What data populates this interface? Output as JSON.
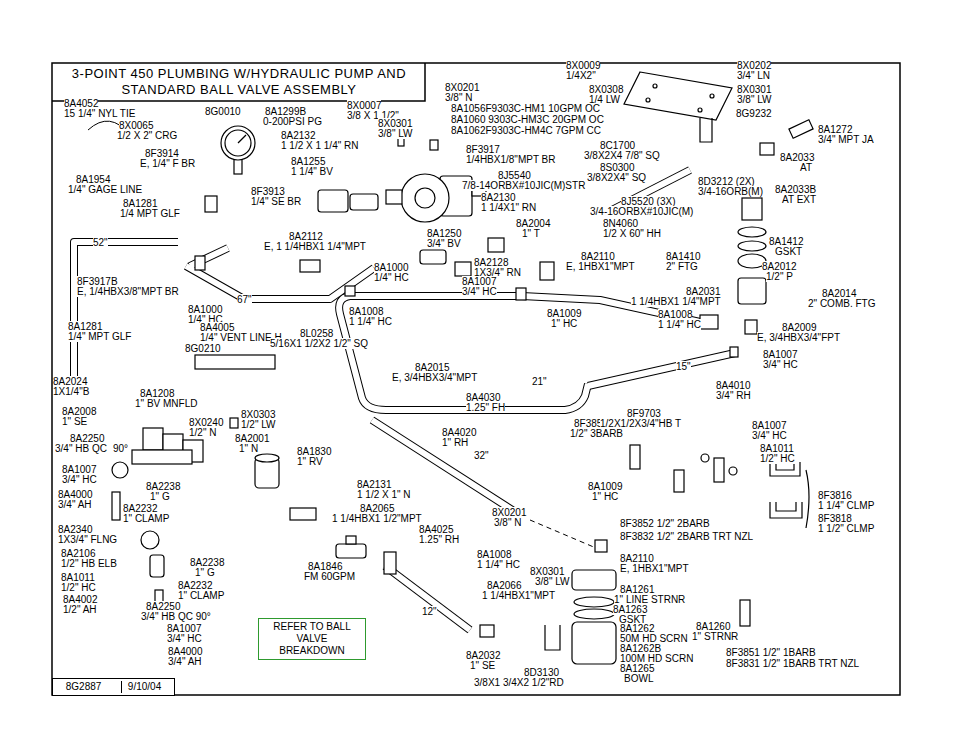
{
  "diagram": {
    "title": "3-POINT 450 PLUMBING W/HYDRAULIC PUMP AND STANDARD BALL VALVE ASSEMBLY",
    "nodes": [
      {
        "text": [
          "REFER TO BALL VALVE BREAKDOWN"
        ]
      },
      {
        "text": [
          "8G2887",
          "9/10/04"
        ]
      }
    ],
    "labels": [
      "8X0009",
      "1/4X2\"",
      "8X0202",
      "3/4\" LN",
      "8X0308",
      "1/4 LW",
      "8X0301",
      "3/8\" LW",
      "8G9232",
      "8X0201",
      "3/8\" N",
      "8X0007",
      "3/8 X 1 1/2\"",
      "8A1056F9303C-HM1 10GPM OC",
      "8A1060 9303C-HM3C 20GPM OC",
      "8A1062F9303C-HM4C 7GPM CC",
      "8X0301",
      "3/8\" LW",
      "8A4052",
      "15 1/4\" NYL TIE",
      "8G0010",
      "8A1299B",
      "0-200PSI PG",
      "8A2132",
      "1 1/2 X 1 1/4\" RN",
      "8X0065",
      "1/2 X 2\" CRG",
      "8F3914",
      "E, 1/4\" F BR",
      "8F3917",
      "1/4HBX1/8\"MPT BR",
      "8A1255",
      "1 1/4\" BV",
      "8C1700",
      "3/8X2X4 7/8\" SQ",
      "8A1272",
      "3/4\" MPT JA",
      "8A2033",
      "AT",
      "8S0300",
      "3/8X2X4\" SQ",
      "8J5540",
      "7/8-14ORBX#10JIC(M)STR",
      "8A2130",
      "1 1/4X1\" RN",
      "8D3212 (2X)",
      "3/4-16ORB(M)",
      "8A2033B",
      "AT EXT",
      "8J5520 (3X)",
      "3/4-16ORBX#10JIC(M)",
      "8A1954",
      "1/4\" GAGE LINE",
      "8A1281",
      "1/4 MPT GLF",
      "8F3913",
      "1/4\" SE BR",
      "8N4060",
      "1/2 X 60\" HH",
      "8A2004",
      "1\" T",
      "8A1250",
      "3/4\" BV",
      "8A2112",
      "E, 1 1/4HBX1 1/4\"MPT",
      "52\"",
      "8A1412",
      "GSKT",
      "8A1410",
      "2\" FTG",
      "8A2128",
      "1X3/4\" RN",
      "8A2110",
      "E, 1HBX1\"MPT",
      "8A2012",
      "1/2\" P",
      "8A1000",
      "1/4\" HC",
      "8F3917B",
      "E, 1/4HBX3/8\"MPT BR",
      "67\"",
      "8A1007",
      "3/4\" HC",
      "8A2031",
      "1 1/4HBX1 1/4\"MPT",
      "8A2014",
      "2\" COMB. FTG",
      "8A1000",
      "1/4\" HC",
      "8A1008",
      "1 1/4\" HC",
      "8A1009",
      "1\" HC",
      "8A1008",
      "1 1/4\" HC",
      "8A4005",
      "1/4\" VENT LINE H",
      "8A2009",
      "E, 3/4HBX3/4\"FPT",
      "8A1281",
      "1/4\" MPT GLF",
      "8L0258",
      "5/16X1 1/2X2 1/2\" SQ",
      "8G0210",
      "8A1007",
      "3/4\" HC",
      "15\"",
      "8A2024",
      "1X1/4\"B",
      "8A2015",
      "E, 3/4HBX3/4\"MPT",
      "21\"",
      "8A4010",
      "3/4\" RH",
      "8A1208",
      "1\" BV MNFLD",
      "8A4030",
      "1.25\" FH",
      "8A2008",
      "1\" SE",
      "8X0240",
      "1/2\" N",
      "8X0303",
      "1/2\" LW",
      "8F3853",
      "1/2\" 3BARB",
      "8F9703",
      "1/2X1/2X3/4\"HB T",
      "8A1007",
      "3/4\" HC",
      "8A4020",
      "1\" RH",
      "8A2250",
      "3/4\" HB QC",
      "90°",
      "8A2001",
      "1\" N",
      "8A1011",
      "1/2\" HC",
      "8A1007",
      "3/4\" HC",
      "8A1830",
      "1\" RV",
      "32\"",
      "8A4000",
      "3/4\" AH",
      "8A2238",
      "1\" G",
      "8A2232",
      "1\" CLAMP",
      "8A2131",
      "1 1/2 X 1\" N",
      "8F3816",
      "1 1/4\" CLMP",
      "8F3818",
      "1 1/2\" CLMP",
      "8A1009",
      "1\" HC",
      "8X0201",
      "3/8\" N",
      "8A4025",
      "1.25\" RH",
      "8A2065",
      "1 1/4HBX1 1/2\"MPT",
      "8F3852 1/2\" 2BARB",
      "8F3832 1/2\" 2BARB TRT NZL",
      "8A2340",
      "1X3/4\" FLNG",
      "8A2106",
      "1/2\" HB ELB",
      "8A2238",
      "1\" G",
      "8A1008",
      "1 1/4\" HC",
      "8A2110",
      "E, 1HBX1\"MPT",
      "8X0301",
      "3/8\" LW",
      "8A2066",
      "1 1/4HBX1\"MPT",
      "8A1261",
      "1\" LINE STRNR",
      "8A1263",
      "GSKT",
      "8A1262",
      "50M HD SCRN",
      "8A1262B",
      "100M HD SCRN",
      "8A1265",
      "BOWL",
      "8A1260",
      "1\" STRNR",
      "8F3851 1/2\" 1BARB",
      "8F3831 1/2\" 1BARB TRT NZL",
      "8A4002",
      "1/2\" AH",
      "8A1011",
      "1/2\" HC",
      "8A2232",
      "1\" CLAMP",
      "8A2250",
      "3/4\" HB QC 90°",
      "8A1007",
      "3/4\" HC",
      "8A4000",
      "3/4\" AH",
      "8A1846",
      "FM 60GPM",
      "12\"",
      "8A2032",
      "1\" SE",
      "8D3130",
      "3/8X1 3/4X2 1/2\"RD"
    ]
  }
}
